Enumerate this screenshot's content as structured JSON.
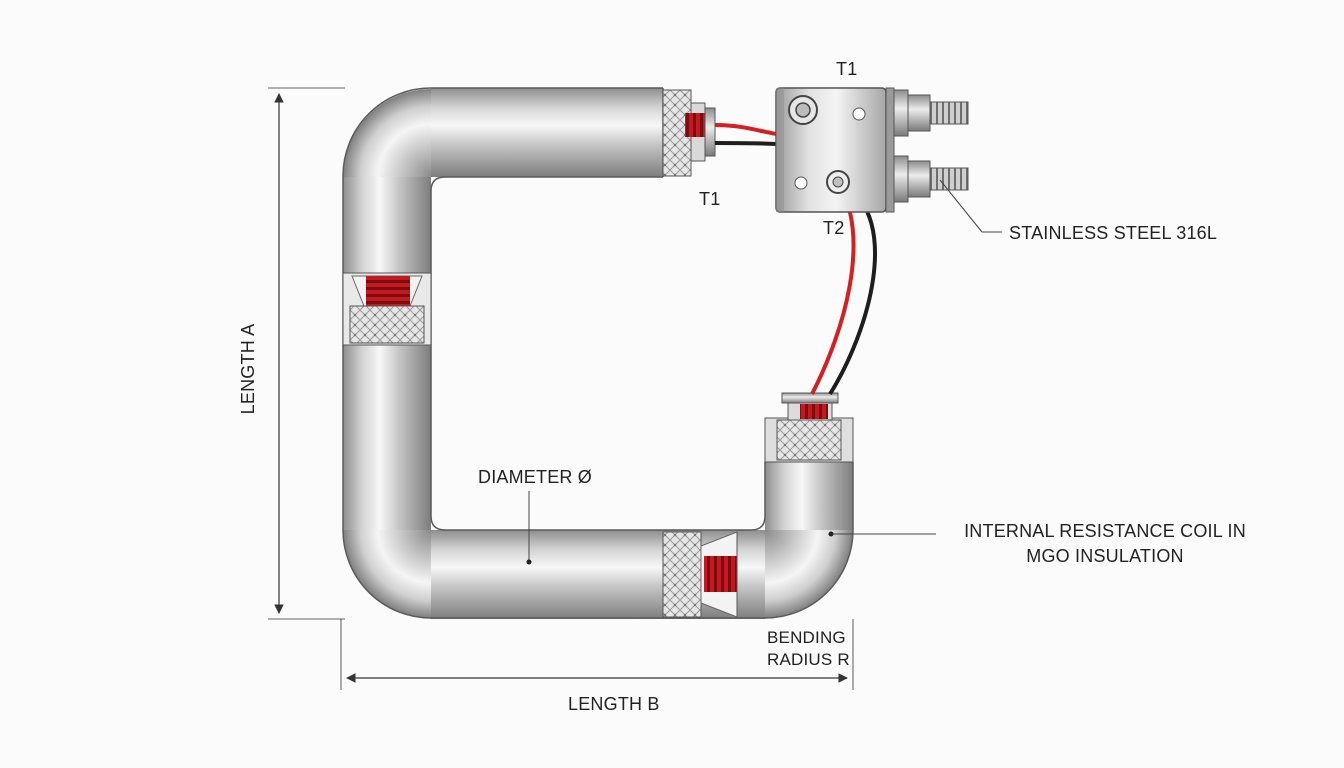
{
  "labels": {
    "terminal_t1_top": "T1",
    "terminal_t1_left": "T1",
    "terminal_t2": "T2",
    "material": "STAINLESS STEEL 316L",
    "length_a": "LENGTH A",
    "length_b": "LENGTH B",
    "diameter": "DIAMETER Ø",
    "coil_line1": "INTERNAL RESISTANCE COIL IN",
    "coil_line2": "MGO INSULATION",
    "bending_line1": "BENDING",
    "bending_line2": "RADIUS R"
  },
  "colors": {
    "wire_red": "#d32020",
    "wire_black": "#1e1e1e",
    "coil_red": "#b3141b",
    "tube_light": "#eeeeee",
    "tube_dark": "#8f8f8f",
    "outline": "#555555",
    "dimension_line": "#333333"
  }
}
